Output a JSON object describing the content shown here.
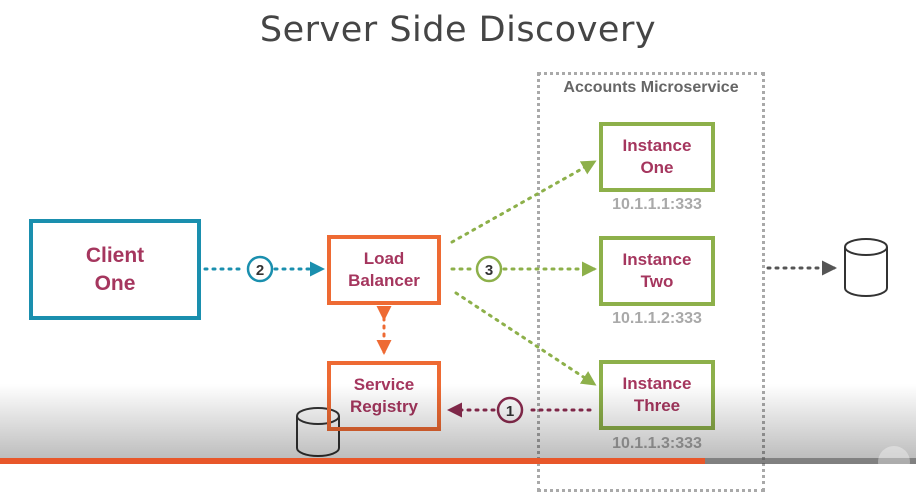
{
  "title": "Server Side Discovery",
  "nodes": {
    "client_one": "Client\nOne",
    "load_balancer": "Load\nBalancer",
    "service_registry": "Service\nRegistry",
    "instance_one": "Instance\nOne",
    "instance_two": "Instance\nTwo",
    "instance_three": "Instance\nThree"
  },
  "group_label": "Accounts Microservice",
  "addresses": {
    "instance_one": "10.1.1.1:333",
    "instance_two": "10.1.1.2:333",
    "instance_three": "10.1.1.3:333"
  },
  "steps": {
    "step1": "1",
    "step2": "2",
    "step3": "3"
  },
  "colors": {
    "client": "#1a8fae",
    "load_balancer": "#ee6a33",
    "instance": "#8db04a",
    "label_text": "#a5365e",
    "registry_link": "#8b2b4f"
  },
  "video": {
    "progress_fraction": 0.77
  }
}
